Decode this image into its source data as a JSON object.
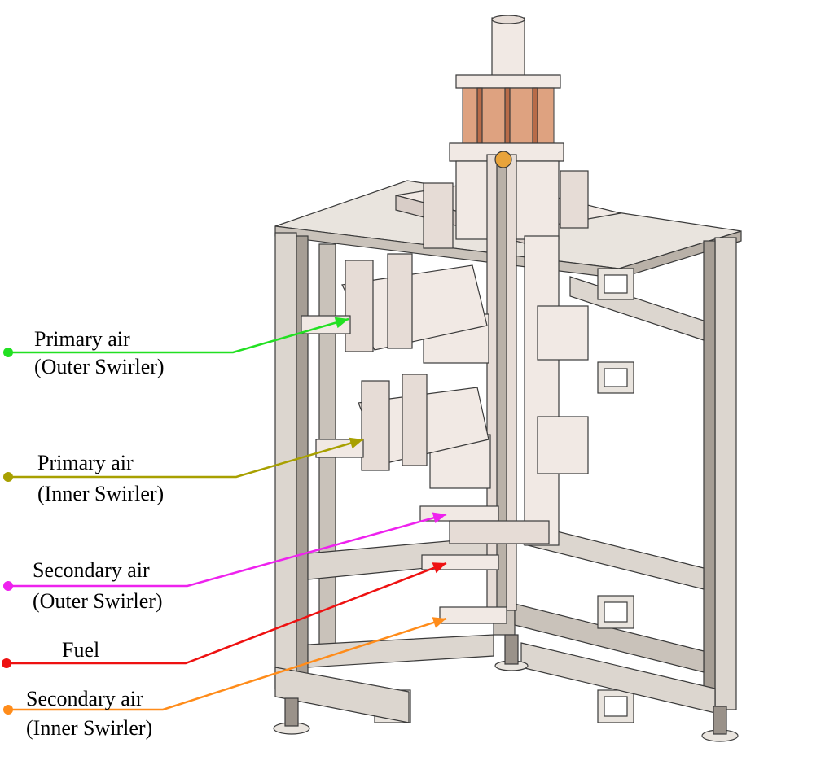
{
  "labels": [
    {
      "line1": "Primary air",
      "line2": "(Outer Swirler)",
      "color": "#22e022"
    },
    {
      "line1": "Primary air",
      "line2": "(Inner Swirler)",
      "color": "#a8a000"
    },
    {
      "line1": "Secondary air",
      "line2": "(Outer Swirler)",
      "color": "#ee22ee"
    },
    {
      "line1": "Fuel",
      "line2": "",
      "color": "#ee1111"
    },
    {
      "line1": "Secondary air",
      "line2": "(Inner Swirler)",
      "color": "#ff8c1a"
    }
  ],
  "colors": {
    "frame_face": "#dcd6cf",
    "frame_side": "#c9c2ba",
    "frame_dark": "#a69e95",
    "tabletop": "#e9e4de",
    "metal": "#f1e9e4",
    "metal_shade": "#d8cdc7",
    "copper": "#d9926b",
    "copper_dark": "#b86b48",
    "outline": "#3a3a3a"
  }
}
